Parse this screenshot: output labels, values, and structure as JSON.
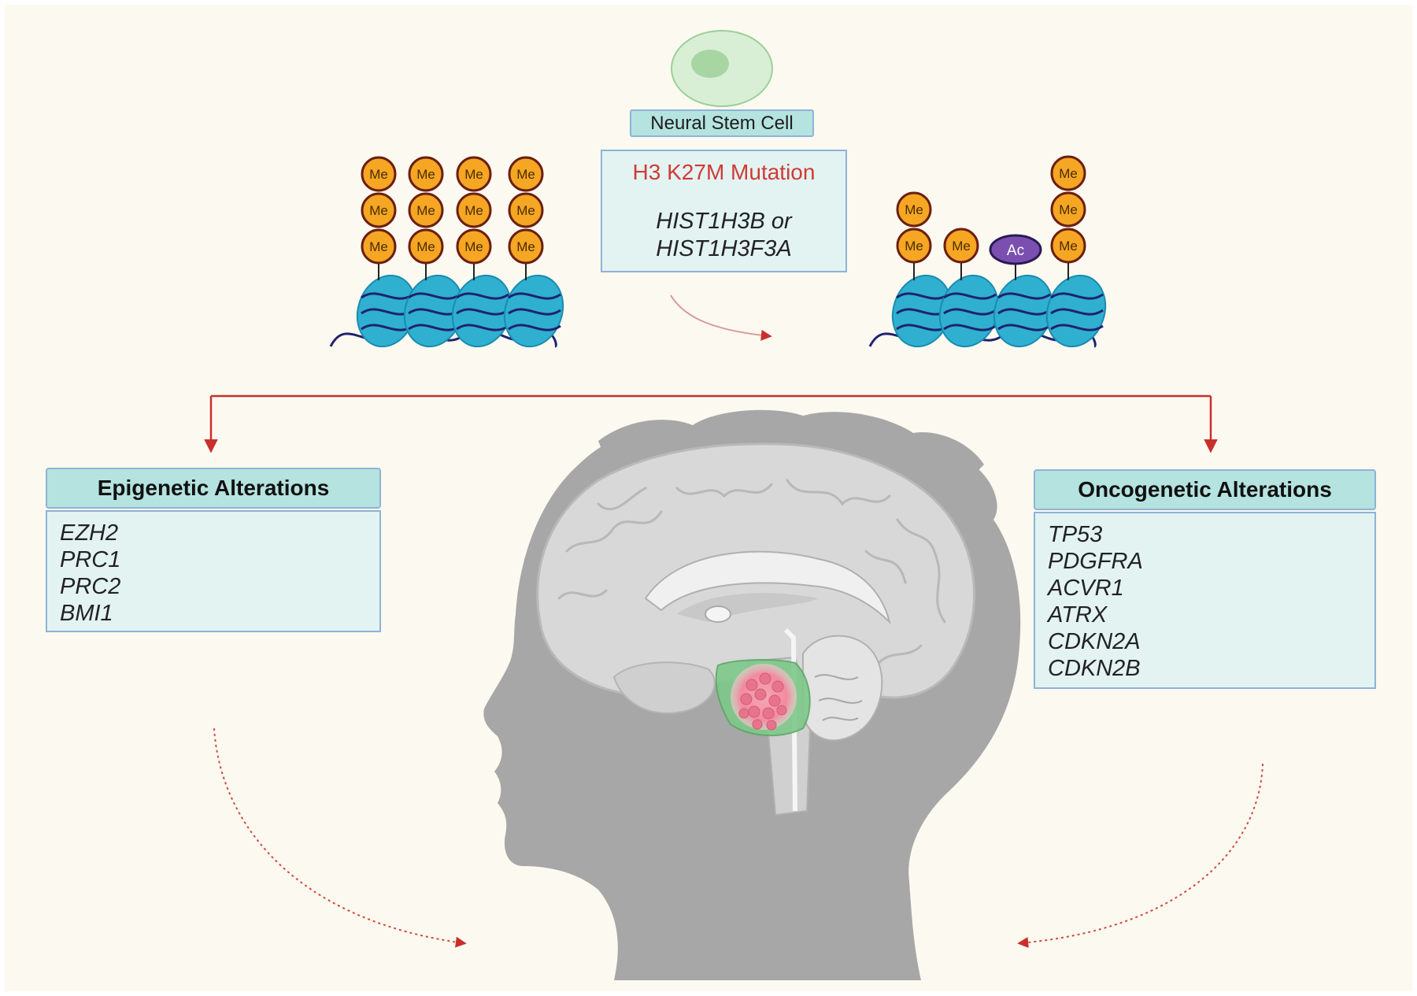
{
  "top": {
    "cell_label": "Neural Stem Cell",
    "mutation_title": "H3 K27M Mutation",
    "gene_line1": "HIST1H3B or",
    "gene_line2": "HIST1H3F3A"
  },
  "marks": {
    "methyl": "Me",
    "acetyl": "Ac"
  },
  "epigenetic": {
    "title": "Epigenetic Alterations",
    "genes": [
      "EZH2",
      "PRC1",
      "PRC2",
      "BMI1"
    ]
  },
  "oncogenetic": {
    "title": "Oncogenetic Alterations",
    "genes": [
      "TP53",
      "PDGFRA",
      "ACVR1",
      "ATRX",
      "CDKN2A",
      "CDKN2B"
    ]
  },
  "colors": {
    "background": "#fcf9f0",
    "arrow_red": "#c9302c",
    "methyl_orange": "#f5a623",
    "acetyl_purple": "#7b4fb0",
    "nucleosome_blue": "#2fb0d0",
    "dna_navy": "#1f2270",
    "head_gray": "#a7a7a7",
    "brain_gray": "#d5d5d5",
    "box_fill": "#e3f3f2",
    "box_header": "#b5e3df",
    "box_border": "#8eb3d6",
    "tumor_pink": "#f28aa0",
    "brainstem_green": "#7fc98a",
    "epi_cell": "#f8c79a",
    "onc_cell": "#bcd6ea"
  }
}
